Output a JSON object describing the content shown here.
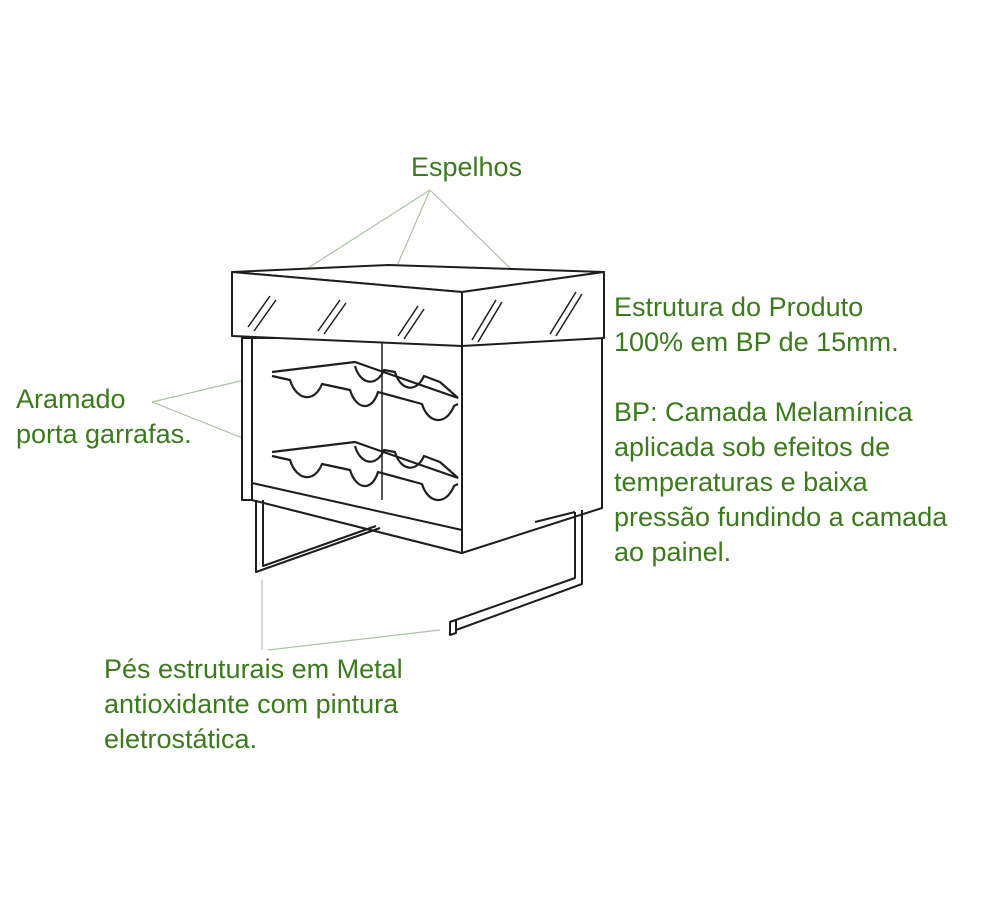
{
  "colors": {
    "label": "#3c7a1e",
    "leader": "#a9c4a0",
    "ink": "#1e1e1e"
  },
  "labels": {
    "espelhos": "Espelhos",
    "estrutura": [
      "Estrutura do Produto",
      "100% em BP de 15mm."
    ],
    "bp": [
      "BP: Camada Melamínica",
      "aplicada sob efeitos de",
      "temperaturas e baixa",
      "pressão fundindo a camada",
      "ao painel."
    ],
    "aramado": [
      "Aramado",
      "porta garrafas."
    ],
    "pes": [
      "Pés estruturais em Metal",
      "antioxidante com pintura",
      "eletrostática."
    ]
  }
}
